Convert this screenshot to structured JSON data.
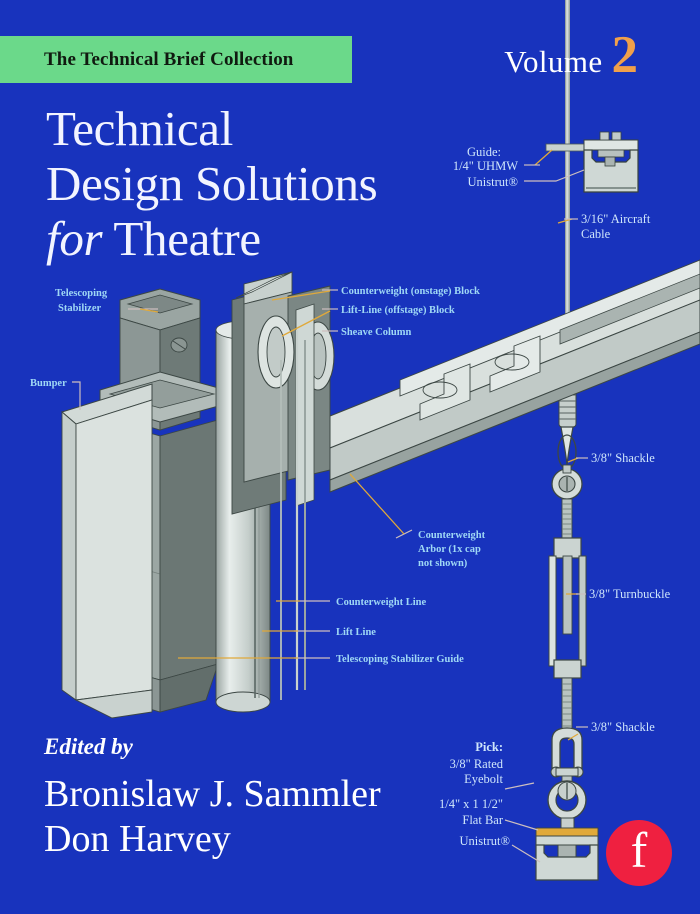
{
  "cover": {
    "background_color": "#1833bd",
    "banner_color": "#6bd98a",
    "accent_orange": "#f0a04b",
    "logo_color": "#ef2040",
    "metal_light": "#d7dedb",
    "metal_mid": "#b4beba",
    "metal_dark": "#838f8d",
    "metal_darkest": "#5f6b69"
  },
  "series": {
    "label": "The Technical Brief Collection"
  },
  "volume": {
    "word": "Volume",
    "number": "2"
  },
  "title": {
    "line1": "Technical",
    "line2": "Design Solutions",
    "line3_italic": "for",
    "line3_rest": "Theatre"
  },
  "authors": {
    "edited_by": "Edited by",
    "name1": "Bronislaw J. Sammler",
    "name2": "Don Harvey"
  },
  "publisher": {
    "mark": "f"
  },
  "diagram_labels": {
    "telescoping_stabilizer_1": "Telescoping",
    "telescoping_stabilizer_2": "Stabilizer",
    "bumper": "Bumper",
    "counterweight_onstage_block": "Counterweight (onstage) Block",
    "lift_line_offstage_block": "Lift-Line (offstage) Block",
    "sheave_column": "Sheave Column",
    "counterweight_arbor_1": "Counterweight",
    "counterweight_arbor_2": "Arbor (1x cap",
    "counterweight_arbor_3": "not shown)",
    "counterweight_line": "Counterweight Line",
    "lift_line": "Lift Line",
    "telescoping_stabilizer_guide": "Telescoping Stabilizer Guide",
    "guide_1": "Guide:",
    "guide_2": "1/4\" UHMW",
    "guide_3": "Unistrut®",
    "aircraft_cable_1": "3/16\" Aircraft",
    "aircraft_cable_2": "Cable",
    "shackle_top": "3/8\" Shackle",
    "turnbuckle": "3/8\" Turnbuckle",
    "shackle_bottom": "3/8\" Shackle",
    "pick_1": "Pick:",
    "pick_2": "3/8\" Rated",
    "pick_3": "Eyebolt",
    "flat_bar_1": "1/4\" x 1 1/2\"",
    "flat_bar_2": "Flat Bar",
    "unistrut": "Unistrut®"
  }
}
